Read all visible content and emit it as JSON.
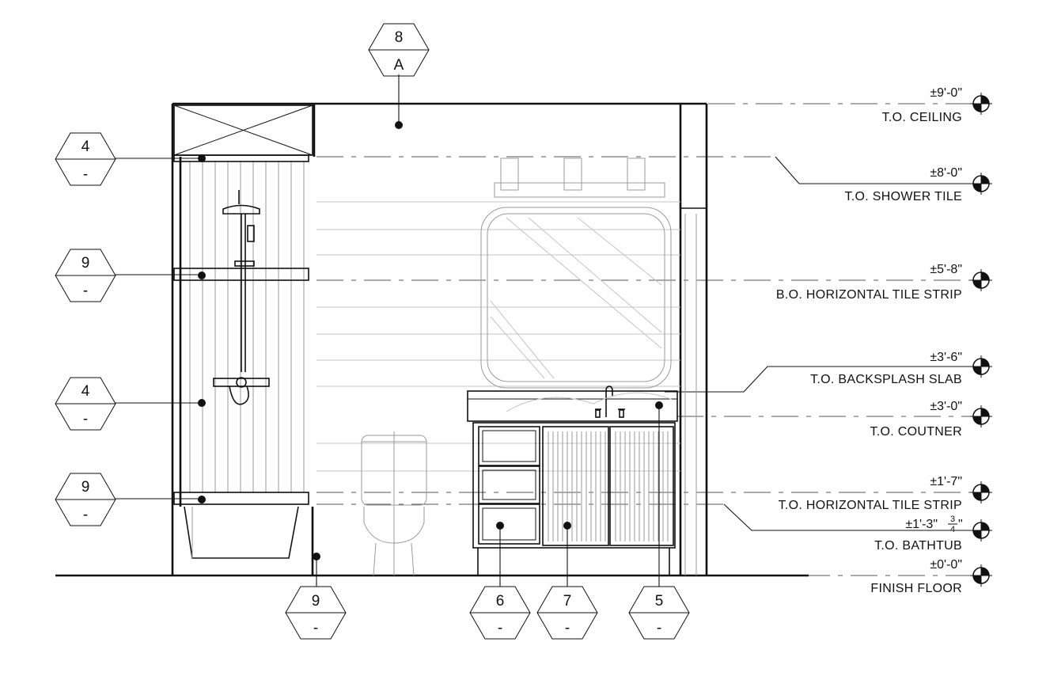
{
  "levels": [
    {
      "value": "±9'-0\"",
      "name": "T.O. CEILING"
    },
    {
      "value": "±8'-0\"",
      "name": "T.O. SHOWER TILE"
    },
    {
      "value": "±5'-8\"",
      "name": "B.O. HORIZONTAL TILE STRIP"
    },
    {
      "value": "±3'-6\"",
      "name": "T.O.  BACKSPLASH SLAB"
    },
    {
      "value": "±3'-0\"",
      "name": "T.O. COUTNER"
    },
    {
      "value": "±1'-7\"",
      "name": "T.O. HORIZONTAL TILE STRIP"
    },
    {
      "value": "±1'-3\"",
      "value_fraction_num": "3",
      "value_fraction_den": "4",
      "value_suffix": "\"",
      "name": "T.O. BATHTUB"
    },
    {
      "value": "±0'-0\"",
      "name": "FINISH FLOOR"
    }
  ],
  "tags": {
    "top_ceiling": {
      "number": "8",
      "sheet": "A"
    },
    "left_upper_tile": {
      "number": "4",
      "sheet": "-"
    },
    "left_strip_upper": {
      "number": "9",
      "sheet": "-"
    },
    "left_lower_tile": {
      "number": "4",
      "sheet": "-"
    },
    "left_strip_lower": {
      "number": "9",
      "sheet": "-"
    },
    "bottom_base": {
      "number": "9",
      "sheet": "-"
    },
    "bottom_drawers": {
      "number": "6",
      "sheet": "-"
    },
    "bottom_doors": {
      "number": "7",
      "sheet": "-"
    },
    "bottom_counter": {
      "number": "5",
      "sheet": "-"
    }
  }
}
